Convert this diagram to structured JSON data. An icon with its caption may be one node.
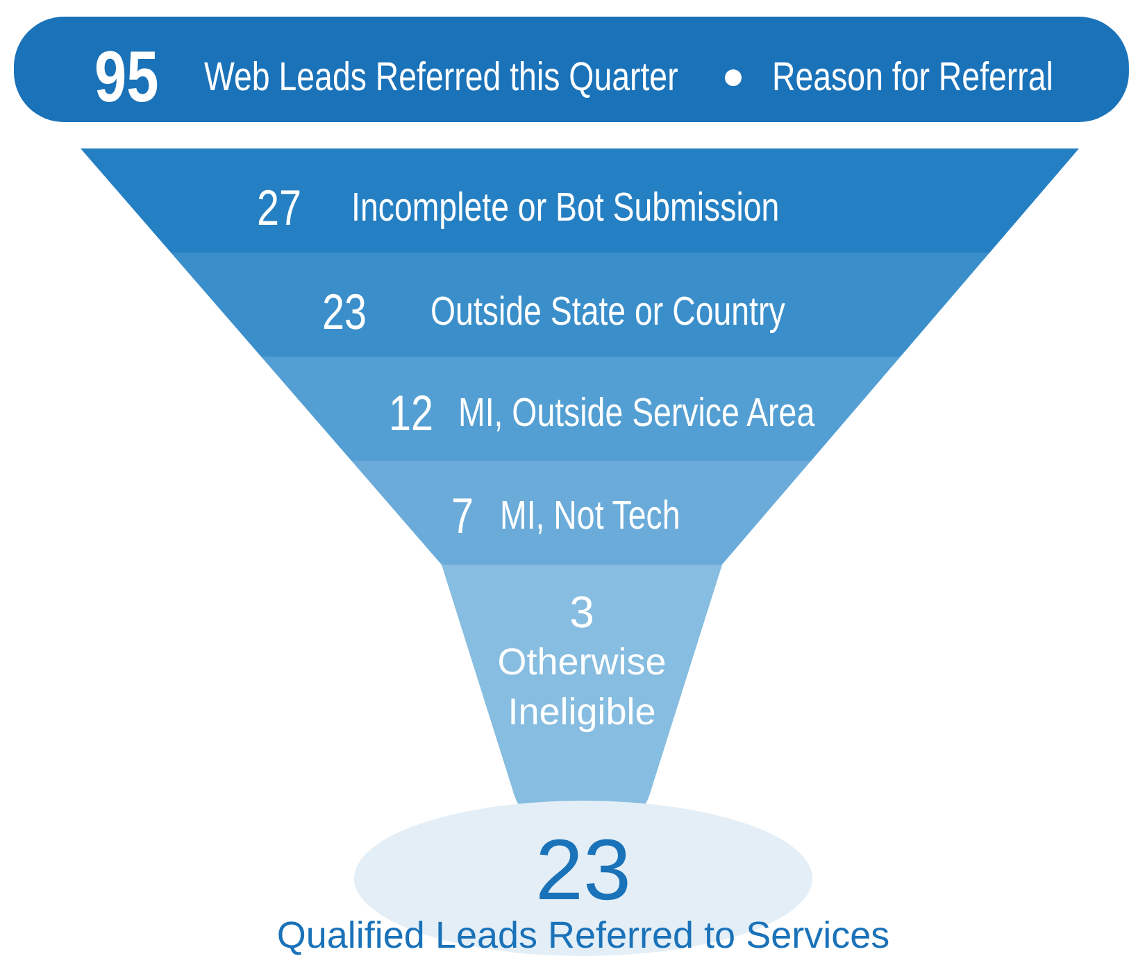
{
  "diagram": {
    "nodes": [
      {
        "text": [
          "95",
          "Web Leads Referred this Quarter",
          "Reason for Referral"
        ]
      },
      {
        "text": [
          "27",
          "Incomplete or Bot Submission"
        ]
      },
      {
        "text": [
          "23",
          "Outside State or Country"
        ]
      },
      {
        "text": [
          "12",
          "MI, Outside Service Area"
        ]
      },
      {
        "text": [
          "7",
          "MI, Not Tech"
        ]
      },
      {
        "text": [
          "3",
          "Otherwise Ineligible"
        ]
      },
      {
        "text": [
          "23",
          "Qualified Leads Referred to Services"
        ]
      }
    ]
  }
}
